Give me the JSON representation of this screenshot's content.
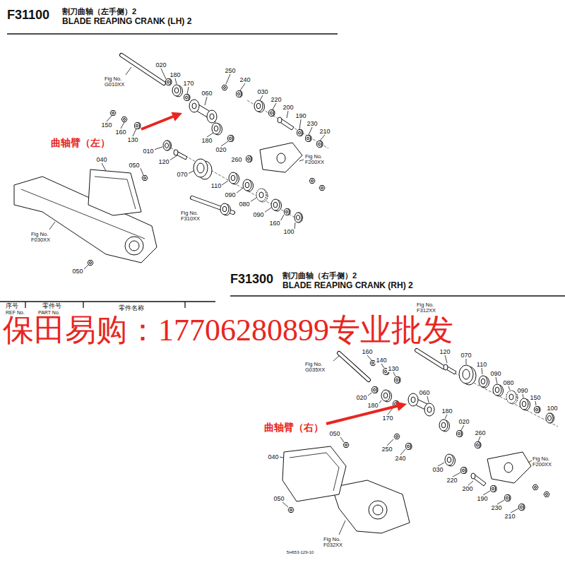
{
  "diagram": {
    "labels": [
      "F31100",
      "割刀曲轴（左手侧）2",
      "BLADE REAPING CRANK (LH) 2",
      "Fig No. G010XX",
      "020",
      "180",
      "170",
      "060",
      "250",
      "240",
      "030",
      "220",
      "200",
      "190",
      "230",
      "210",
      "150",
      "160",
      "130",
      "曲轴臂（左）",
      "180",
      "020",
      "010",
      "120",
      "070",
      "260",
      "Fig No. F200XX",
      "040",
      "050",
      "110",
      "090",
      "080",
      "090",
      "160",
      "100",
      "Fig No. F310XX",
      "Fig No. F030XX",
      "050",
      "F31300",
      "割刀曲轴（右手侧）2",
      "BLADE REAPING CRANK (RH) 2",
      "序号",
      "REF No.",
      "零件号",
      "PART No.",
      "零件名称",
      "保田易购：17706280899专业批发",
      "Fig No. F312XX",
      "160",
      "140",
      "130",
      "120",
      "070",
      "Fig No. G035XX",
      "110",
      "090",
      "080",
      "090",
      "150",
      "100",
      "020",
      "180",
      "060",
      "曲轴臂（右）",
      "170",
      "180",
      "020",
      "260",
      "050",
      "250",
      "240",
      "040",
      "030",
      "220",
      "200",
      "190",
      "230",
      "210",
      "Fig No. F200XX",
      "050",
      "Fig No. F032XX",
      "5H653-129-10"
    ]
  }
}
